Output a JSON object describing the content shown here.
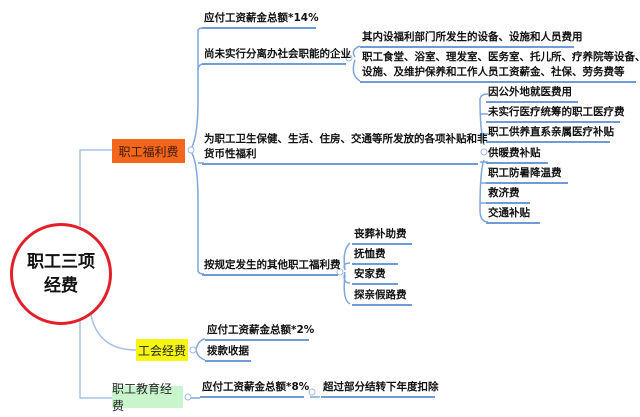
{
  "root": {
    "label": "职工三项经费"
  },
  "branches": {
    "welfare": {
      "label": "职工福利费",
      "color": "#f4661b",
      "rate": "应付工资薪金总额*14%",
      "non_separated": {
        "label": "尚未实行分离办社会职能的企业",
        "children": [
          "其内设福利部门所发生的设备、设施和人员费用",
          "职工食堂、浴室、理发室、医务室、托儿所、疗养院等设备、",
          "设施、及维护保养和工作人员工资薪金、社保、劳务费等"
        ]
      },
      "subsidies": {
        "label_line1": "为职工卫生保健、生活、住房、交通等所发放的各项补贴和非",
        "label_line2": "货币性福利",
        "children": [
          "因公外地就医费用",
          "未实行医疗统筹的职工医疗费",
          "职工供养直系亲属医疗补贴",
          "供暖费补贴",
          "职工防暑降温费",
          "救济费",
          "交通补贴"
        ]
      },
      "other": {
        "label": "按规定发生的其他职工福利费",
        "children": [
          "丧葬补助费",
          "抚恤费",
          "安家费",
          "探亲假路费"
        ]
      }
    },
    "union": {
      "label": "工会经费",
      "color": "#f5f511",
      "children": [
        "应付工资薪金总额*2%",
        "拨款收据"
      ]
    },
    "education": {
      "label": "职工教育经费",
      "color": "#c9f5cc",
      "rate": "应付工资薪金总额*8%",
      "note": "超过部分结转下年度扣除"
    }
  }
}
